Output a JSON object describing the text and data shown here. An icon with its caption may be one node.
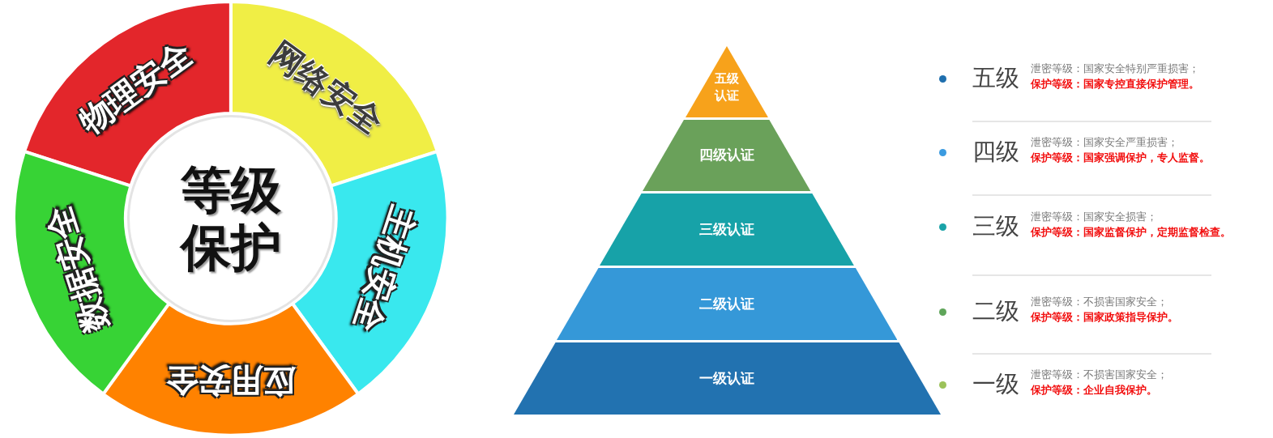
{
  "diagram": {
    "nodes": [
      {
        "text": [
          "物理安全"
        ]
      },
      {
        "text": [
          "网络安全"
        ]
      },
      {
        "text": [
          "主机安全"
        ]
      },
      {
        "text": [
          "应用安全"
        ]
      },
      {
        "text": [
          "数据安全"
        ]
      },
      {
        "text": [
          "等级保护"
        ]
      },
      {
        "text": [
          "五级认证"
        ]
      },
      {
        "text": [
          "四级认证"
        ]
      },
      {
        "text": [
          "三级认证"
        ]
      },
      {
        "text": [
          "二级认证"
        ]
      },
      {
        "text": [
          "一级认证"
        ]
      }
    ],
    "edges": [],
    "labels": [
      "五级",
      "泄密等级：国家安全特别严重损害；",
      "保护等级：国家专控直接保护管理。",
      "四级",
      "泄密等级：国家安全严重损害；",
      "保护等级：国家强调保护，专人监督。",
      "三级",
      "泄密等级：国家安全损害；",
      "保护等级：国家监督保护，定期监督检查。",
      "二级",
      "泄密等级：不损害国家安全；",
      "保护等级：国家政策指导保护。",
      "一级",
      "泄密等级：不损害国家安全；",
      "保护等级：企业自我保护。"
    ]
  }
}
